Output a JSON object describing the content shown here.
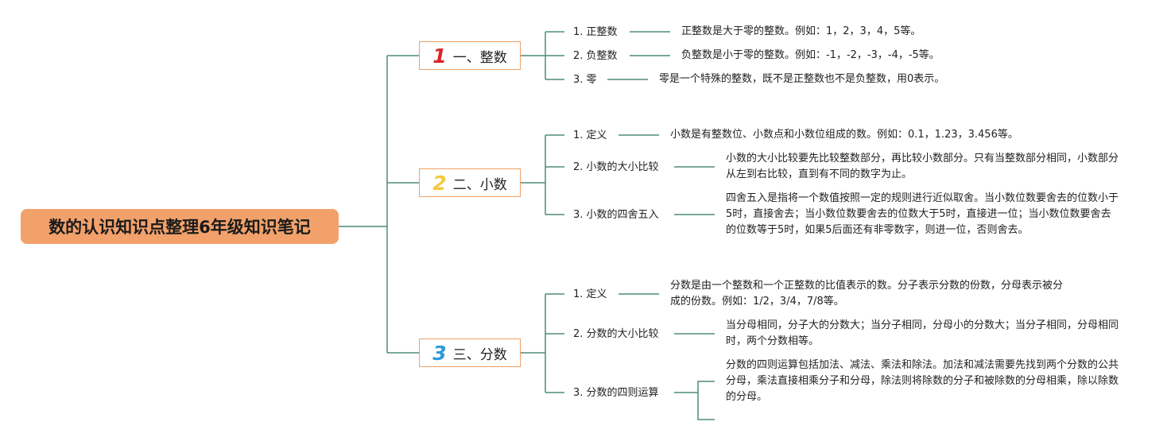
{
  "root": {
    "title": "数的认识知识点整理6年级知识笔记"
  },
  "colors": {
    "root_bg": "#f2a16b",
    "branch_border": "#ee9f63",
    "line": "#4f8c78",
    "num1": "#d9262b",
    "num2": "#f3c93f",
    "num3": "#2f9ad6"
  },
  "branches": [
    {
      "num": "1",
      "title": "一、整数",
      "items": [
        {
          "label": "1. 正整数",
          "desc": "正整数是大于零的整数。例如：1，2，3，4，5等。"
        },
        {
          "label": "2. 负整数",
          "desc": "负整数是小于零的整数。例如：-1，-2，-3，-4，-5等。"
        },
        {
          "label": "3. 零",
          "desc": "零是一个特殊的整数，既不是正整数也不是负整数，用0表示。"
        }
      ]
    },
    {
      "num": "2",
      "title": "二、小数",
      "items": [
        {
          "label": "1. 定义",
          "desc": "小数是有整数位、小数点和小数位组成的数。例如：0.1，1.23，3.456等。"
        },
        {
          "label": "2. 小数的大小比较",
          "desc": "小数的大小比较要先比较整数部分，再比较小数部分。只有当整数部分相同，小数部分从左到右比较，直到有不同的数字为止。"
        },
        {
          "label": "3. 小数的四舍五入",
          "desc": "四舍五入是指将一个数值按照一定的规则进行近似取舍。当小数位数要舍去的位数小于5时，直接舍去；当小数位数要舍去的位数大于5时，直接进一位；当小数位数要舍去的位数等于5时，如果5后面还有非零数字，则进一位，否则舍去。"
        }
      ]
    },
    {
      "num": "3",
      "title": "三、分数",
      "items": [
        {
          "label": "1. 定义",
          "desc": "分数是由一个整数和一个正整数的比值表示的数。分子表示分数的份数，分母表示被分成的份数。例如：1/2，3/4，7/8等。"
        },
        {
          "label": "2. 分数的大小比较",
          "desc": "当分母相同，分子大的分数大；当分子相同，分母小的分数大；当分子相同，分母相同时，两个分数相等。"
        },
        {
          "label": "3. 分数的四则运算",
          "desc": "分数的四则运算包括加法、减法、乘法和除法。加法和减法需要先找到两个分数的公共分母，乘法直接相乘分子和分母，除法则将除数的分子和被除数的分母相乘，除以除数的分母。"
        }
      ]
    }
  ]
}
